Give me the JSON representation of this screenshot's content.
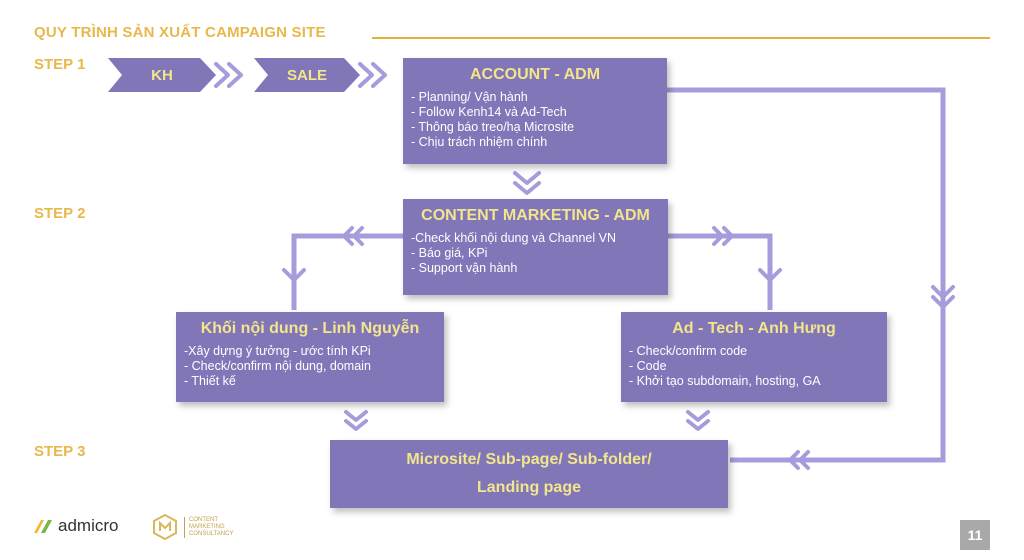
{
  "title": "QUY TRÌNH SẢN XUẤT CAMPAIGN SITE",
  "steps": [
    "STEP 1",
    "STEP 2",
    "STEP 3"
  ],
  "kh": "KH",
  "sale": "SALE",
  "account": {
    "title": "ACCOUNT - ADM",
    "lines": [
      "- Planning/ Vận hành",
      "- Follow Kenh14 và Ad-Tech",
      "- Thông báo treo/hạ Microsite",
      "- Chịu trách nhiệm chính"
    ]
  },
  "content_marketing": {
    "title": "CONTENT MARKETING - ADM",
    "lines": [
      "-Check khối nội dung và Channel VN",
      "- Báo giá, KPi",
      "- Support vận hành"
    ]
  },
  "content_block": {
    "title": "Khối nội dung - Linh Nguyễn",
    "lines": [
      "-Xây dựng ý tưởng - ước tính KPi",
      "- Check/confirm nội dung, domain",
      "- Thiết kế"
    ]
  },
  "adtech": {
    "title": "Ad - Tech - Anh Hưng",
    "lines": [
      "- Check/confirm code",
      "- Code",
      "- Khởi tạo subdomain, hosting, GA"
    ]
  },
  "final": {
    "line1": "Microsite/ Sub-page/ Sub-folder/",
    "line2": "Landing page"
  },
  "footer": {
    "brand": "admicro",
    "cmc_lines": [
      "CONTENT",
      "MARKETING",
      "CONSULTANCY"
    ],
    "page_number": "11"
  },
  "colors": {
    "box": "#8177b8",
    "line": "#a59ddb",
    "title": "#e8b84a",
    "box_title": "#f3e58c"
  }
}
